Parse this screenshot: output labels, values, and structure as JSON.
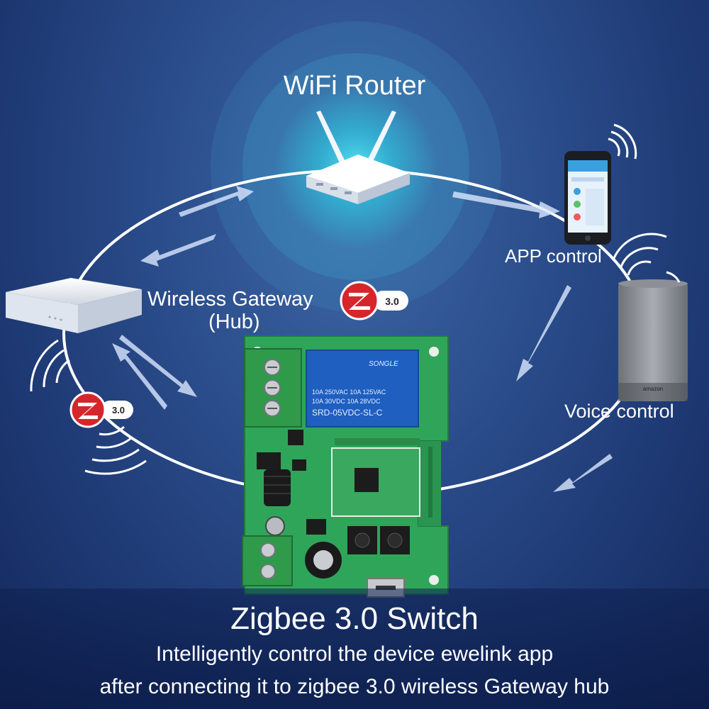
{
  "labels": {
    "router": "WiFi Router",
    "app": "APP control",
    "gateway": "Wireless Gateway",
    "gateway_sub": "(Hub)",
    "voice": "Voice control"
  },
  "badges": {
    "zigbee_version": "3.0"
  },
  "relay": {
    "brand": "SONGLE",
    "rating_1": "10A 250VAC  10A 125VAC",
    "rating_2": "10A  30VDC  10A  28VDC",
    "model": "SRD-05VDC-SL-C"
  },
  "speaker_brand": "amazon",
  "caption": {
    "title": "Zigbee 3.0 Switch",
    "line1": "Intelligently control the device ewelink app",
    "line2": "after connecting it to zigbee 3.0 wireless Gateway hub"
  },
  "colors": {
    "background": "#2a4c8a",
    "router_glow": "#3cd0e8",
    "pcb": "#2fa55a",
    "terminal": "#2e9a4a",
    "relay": "#1f5fbf",
    "zigbee_red": "#d6262b"
  }
}
